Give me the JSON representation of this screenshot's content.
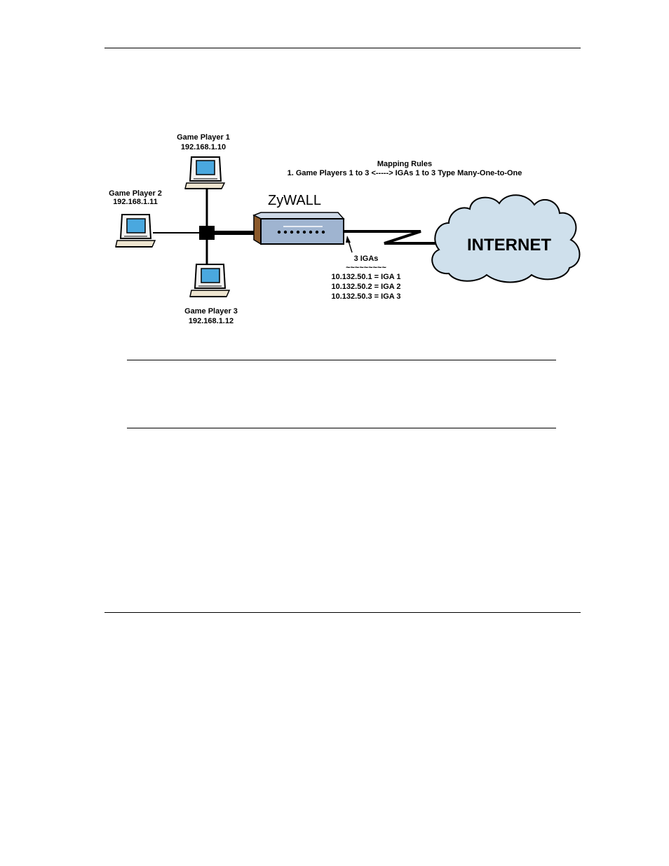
{
  "diagram": {
    "players": [
      {
        "name": "Game Player 1",
        "ip": "192.168.1.10"
      },
      {
        "name": "Game Player 2",
        "ip": "192.168.1.11"
      },
      {
        "name": "Game Player 3",
        "ip": "192.168.1.12"
      }
    ],
    "mapping_rules": {
      "title": "Mapping Rules",
      "rule": "1. Game Players 1 to 3 <-----> IGAs 1 to 3 Type Many-One-to-One"
    },
    "router_label": "ZyWALL",
    "internet_label": "INTERNET",
    "igas": {
      "title": "3 IGAs",
      "separator": "~~~~~~~~~",
      "entries": [
        "10.132.50.1 = IGA 1",
        "10.132.50.2 = IGA 2",
        "10.132.50.3 = IGA 3"
      ]
    },
    "colors": {
      "screen": "#4aa8df",
      "router_front": "#9fb4d0",
      "router_side": "#8c5a2b",
      "cloud": "#cfe0ec"
    }
  }
}
